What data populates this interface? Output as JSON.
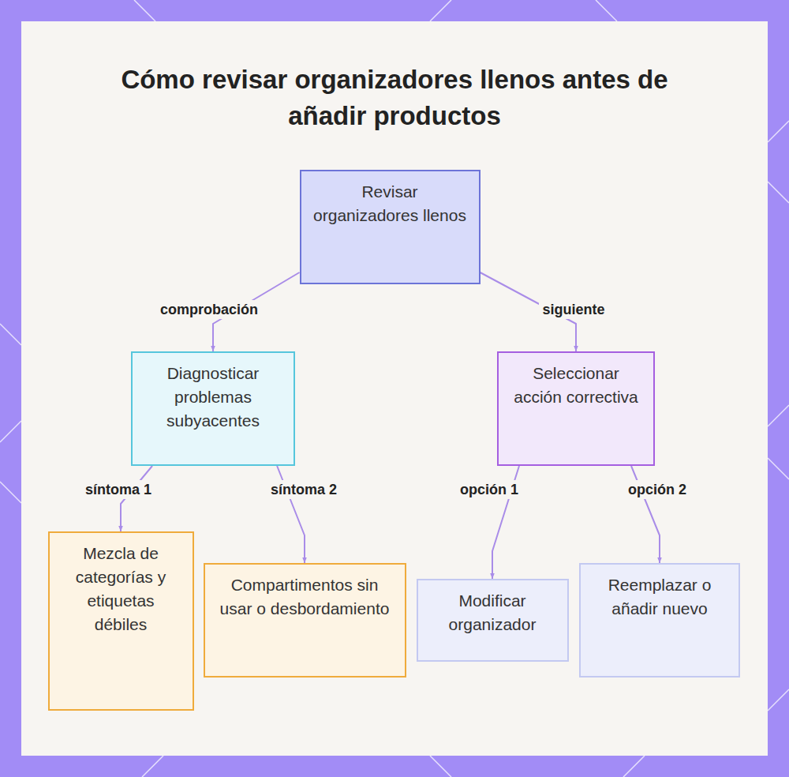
{
  "diagram": {
    "title": "Cómo revisar organizadores llenos antes de añadir productos",
    "nodes": [
      {
        "text": [
          "Revisar organizadores llenos"
        ]
      },
      {
        "text": [
          "Diagnosticar problemas subyacentes"
        ]
      },
      {
        "text": [
          "Seleccionar acción correctiva"
        ]
      },
      {
        "text": [
          "Mezcla de categorías y etiquetas débiles"
        ]
      },
      {
        "text": [
          "Compartimentos sin usar o desbordamiento"
        ]
      },
      {
        "text": [
          "Modificar organizador"
        ]
      },
      {
        "text": [
          "Reemplazar o añadir nuevo"
        ]
      }
    ],
    "edges": [
      {
        "from": 0,
        "to": 1,
        "label": "comprobación",
        "arrow": "to"
      },
      {
        "from": 0,
        "to": 2,
        "label": "siguiente",
        "arrow": "to"
      },
      {
        "from": 1,
        "to": 3,
        "label": "síntoma 1",
        "arrow": "to"
      },
      {
        "from": 1,
        "to": 4,
        "label": "síntoma 2",
        "arrow": "to"
      },
      {
        "from": 2,
        "to": 5,
        "label": "opción 1",
        "arrow": "to"
      },
      {
        "from": 2,
        "to": 6,
        "label": "opción 2",
        "arrow": "to"
      }
    ]
  }
}
